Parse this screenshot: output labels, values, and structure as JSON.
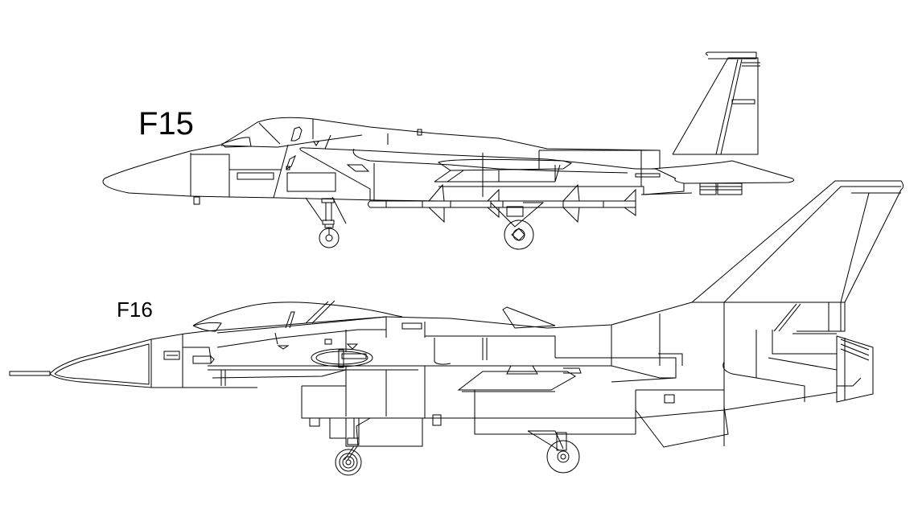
{
  "diagram": {
    "type": "aircraft-side-profile-line-drawing",
    "background": "#ffffff",
    "stroke_color": "#000000",
    "aircraft": [
      {
        "label": "F15",
        "position": "top",
        "orientation": "nose-left"
      },
      {
        "label": "F16",
        "position": "bottom",
        "orientation": "nose-left"
      }
    ]
  }
}
